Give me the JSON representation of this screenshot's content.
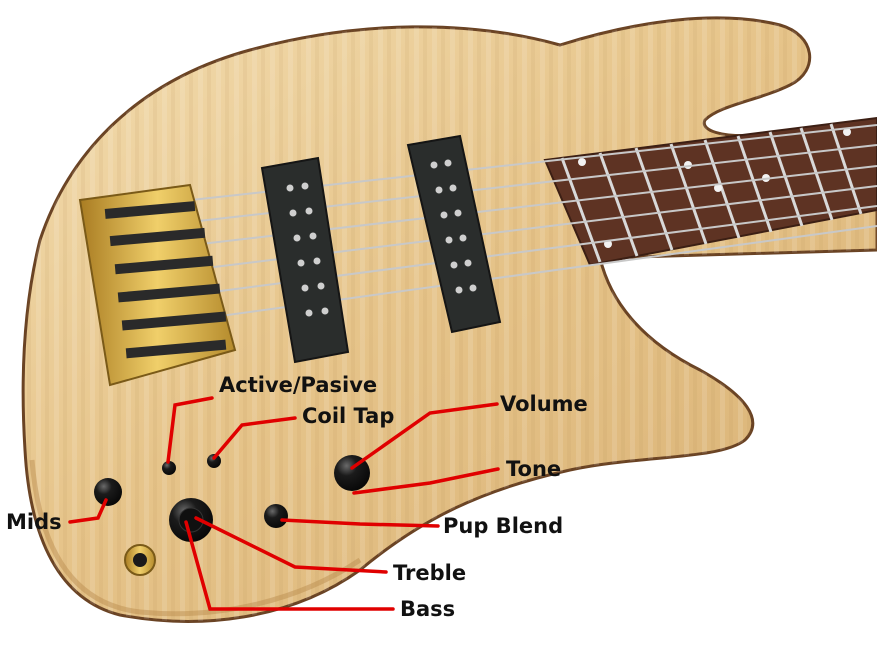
{
  "image": {
    "subject": "bass-guitar-body",
    "colors": {
      "wood_light": "#efd7a4",
      "wood_mid": "#e2bf83",
      "wood_dark": "#c99a57",
      "binding": "#6a4324",
      "fretboard": "#5e3323",
      "fret": "#d9d9d9",
      "pickup": "#2a2d2c",
      "hardware_gold": "#c9a13a",
      "knob": "#141414",
      "callout_line": "#e00000",
      "label_text": "#111111"
    }
  },
  "callouts": {
    "active_pasive": "Active/Pasive",
    "coil_tap": "Coil Tap",
    "volume": "Volume",
    "tone": "Tone",
    "mids": "Mids",
    "pup_blend": "Pup Blend",
    "treble": "Treble",
    "bass": "Bass"
  }
}
